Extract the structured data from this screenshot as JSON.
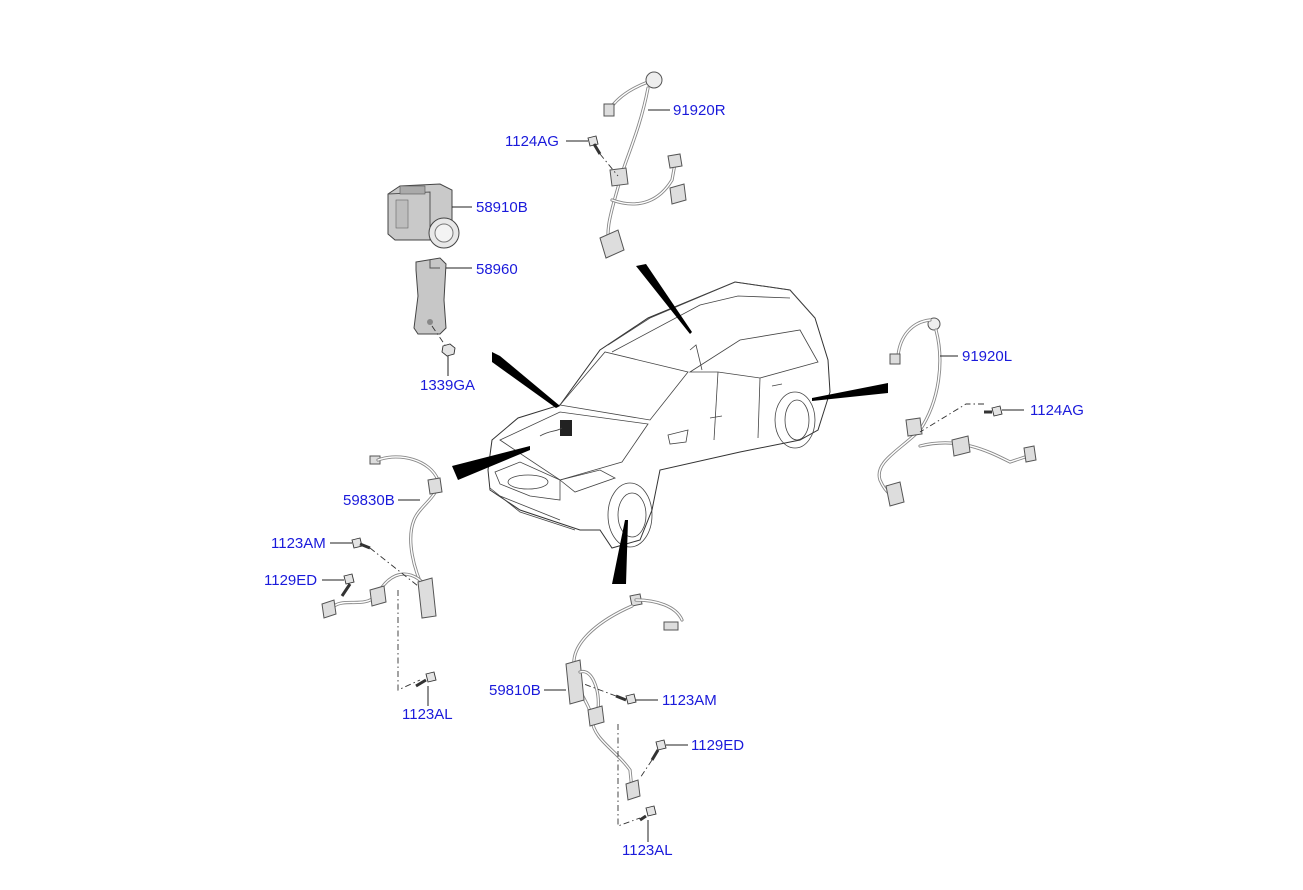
{
  "parts": {
    "p91920R": "91920R",
    "p1124AG_top": "1124AG",
    "p58910B": "58910B",
    "p58960": "58960",
    "p1339GA": "1339GA",
    "p91920L": "91920L",
    "p1124AG_right": "1124AG",
    "p59830B": "59830B",
    "p1123AM_left": "1123AM",
    "p1129ED_left": "1129ED",
    "p1123AL_left": "1123AL",
    "p59810B": "59810B",
    "p1123AM_bottom": "1123AM",
    "p1129ED_bottom": "1129ED",
    "p1123AL_bottom": "1123AL"
  },
  "colors": {
    "label": "#1a1adb",
    "line": "#222222",
    "pointer": "#000000"
  },
  "icons": {
    "abs_unit": "abs-modulator-icon",
    "bracket": "mounting-bracket-icon",
    "sensor": "wheel-speed-sensor-icon",
    "bolt": "bolt-icon",
    "nut": "nut-icon",
    "car": "hatchback-car-icon"
  }
}
